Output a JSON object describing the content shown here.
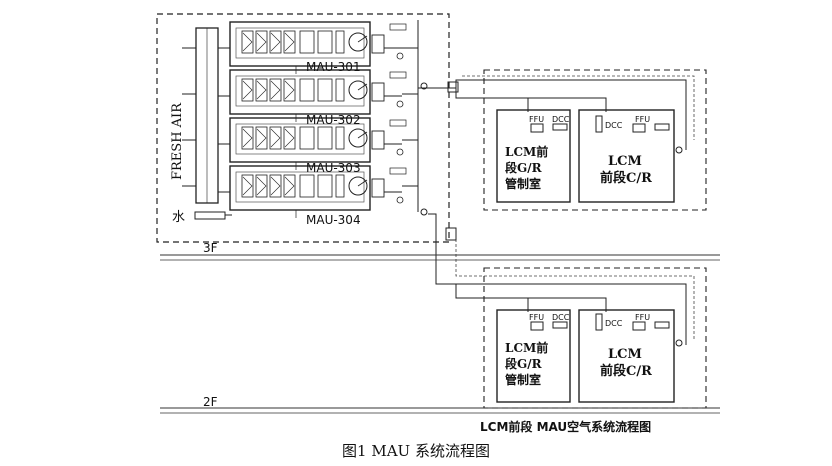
{
  "fresh_air_label": "FRESH AIR",
  "water_label": "水",
  "mau_units": [
    "MAU-301",
    "MAU-302",
    "MAU-303",
    "MAU-304"
  ],
  "floors": {
    "upper": "3F",
    "lower": "2F"
  },
  "rooms": {
    "upper": {
      "left": [
        "LCM前",
        "段G/R",
        "管制室"
      ],
      "right": [
        "LCM",
        "前段C/R"
      ]
    },
    "lower": {
      "left": [
        "LCM前",
        "段G/R",
        "管制室"
      ],
      "right": [
        "LCM",
        "前段C/R"
      ]
    }
  },
  "terminal_labels": {
    "ffu": "FFU",
    "dcc": "DCC"
  },
  "legend_title": "LCM前段   MAU空气系统流程图",
  "caption": "图1  MAU 系统流程图"
}
